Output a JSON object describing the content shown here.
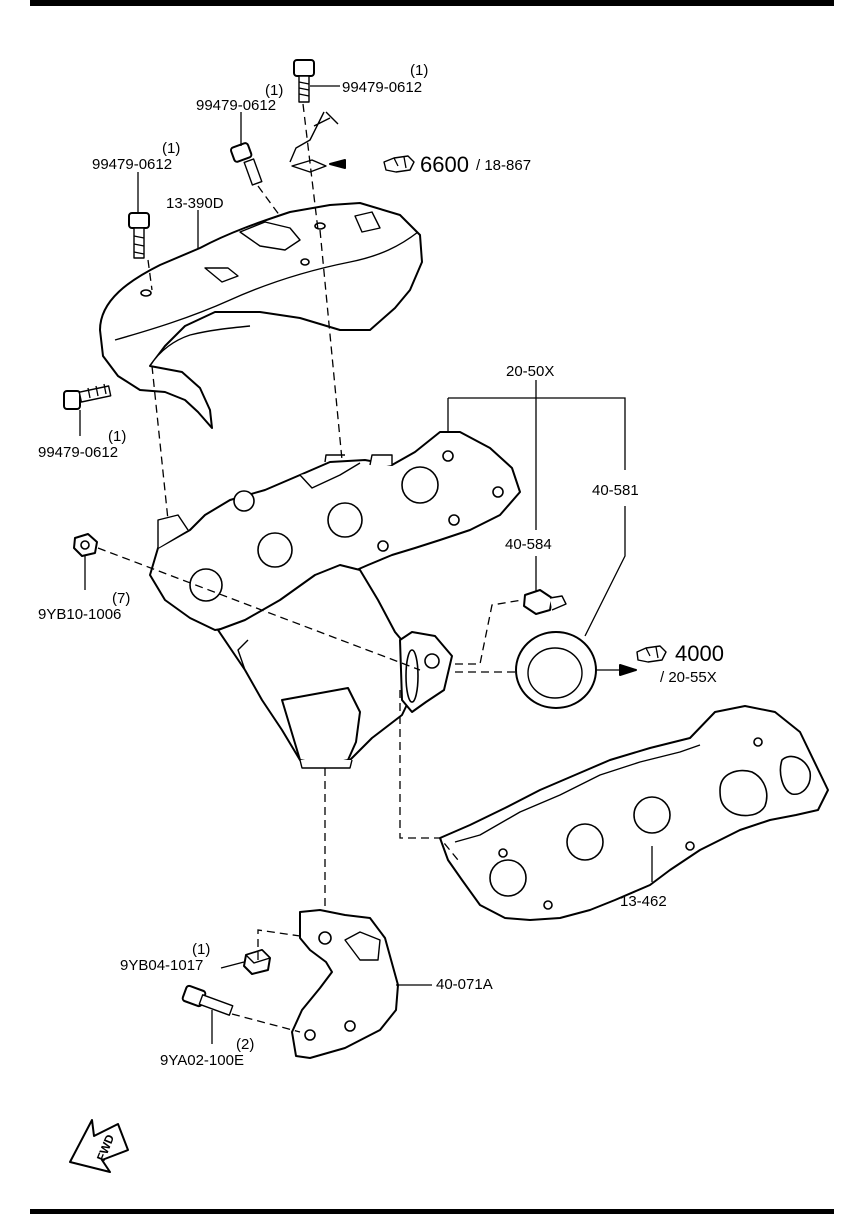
{
  "labels": {
    "bolt_top_qty": "(1)",
    "bolt_top_pn": "99479-0612",
    "bolt_a_qty": "(1)",
    "bolt_a_pn": "99479-0612",
    "bolt_b_qty": "(1)",
    "bolt_b_pn": "99479-0612",
    "heat_insulator": "13-390D",
    "ref_6600": "6600",
    "ref_6600_sub": "/ 18-867",
    "bolt_c_pn": "99479-0612",
    "bolt_c_qty": "(1)",
    "group_20_50x": "20-50X",
    "part_40_581": "40-581",
    "part_40_584": "40-584",
    "nut_pn": "9YB10-1006",
    "nut_qty": "(7)",
    "ref_4000": "4000",
    "ref_4000_sub": "/ 20-55X",
    "gasket": "13-462",
    "bracket_nut_qty": "(1)",
    "bracket_nut_pn": "9YB04-1017",
    "bracket": "40-071A",
    "bracket_bolt_qty": "(2)",
    "bracket_bolt_pn": "9YA02-100E",
    "fwd": "FWD"
  }
}
